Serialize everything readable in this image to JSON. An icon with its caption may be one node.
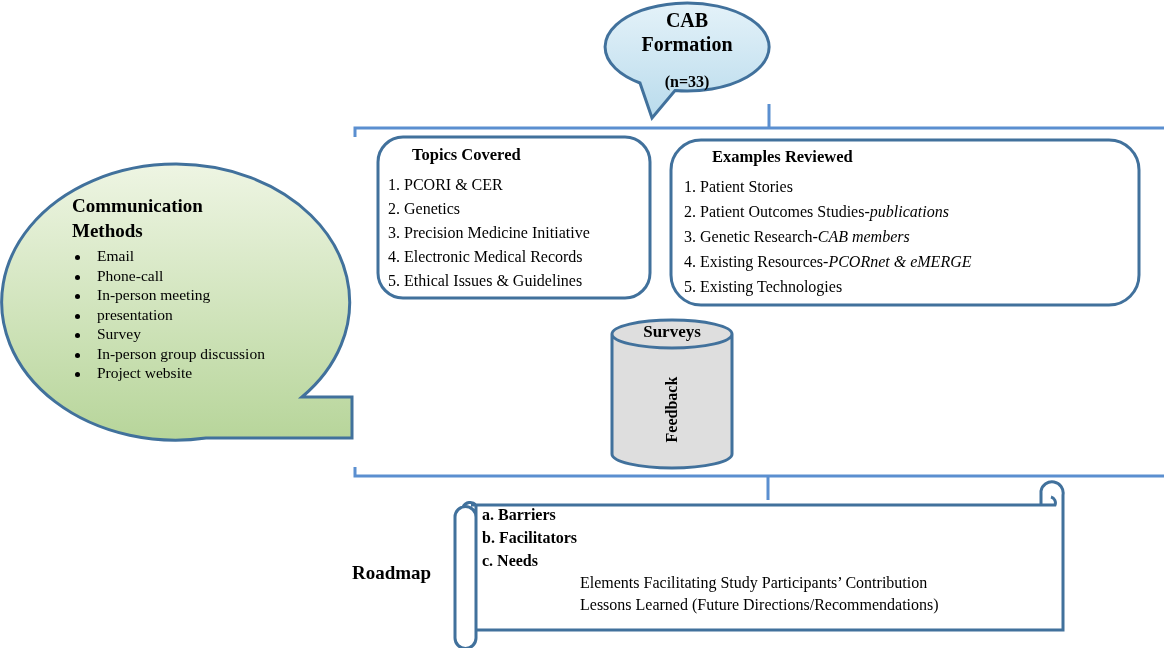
{
  "diagram": {
    "nodes": [
      {
        "text": [
          "CAB Formation",
          "(n=33)"
        ]
      },
      {
        "text": [
          "Topics Covered",
          "1. PCORI & CER",
          "2. Genetics",
          "3. Precision Medicine Initiative",
          "4. Electronic Medical Records",
          "5. Ethical Issues & Guidelines"
        ]
      },
      {
        "text": [
          "Examples Reviewed",
          "1. Patient Stories",
          "2. Patient Outcomes Studies-*publications*",
          "3. Genetic Research-*CAB members*",
          "4. Existing Resources-*PCORnet & eMERGE*",
          "5. Existing Technologies"
        ]
      },
      {
        "text": [
          "Communication Methods",
          "Email",
          "Phone-call",
          "In-person meeting",
          "presentation",
          "Survey",
          "In-person group discussion",
          "Project website"
        ]
      },
      {
        "text": [
          "Surveys",
          "Feedback"
        ]
      },
      {
        "text": [
          "a. Barriers",
          "b. Facilitators",
          "c. Needs",
          "Elements Facilitating Study Participants’ Contribution",
          "Lessons Learned (Future Directions/Recommendations)"
        ],
        "beside": [
          "Roadmap"
        ]
      }
    ]
  }
}
